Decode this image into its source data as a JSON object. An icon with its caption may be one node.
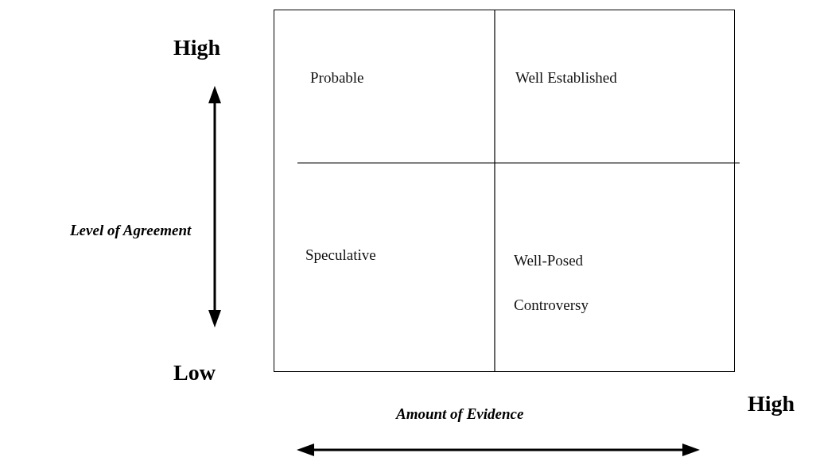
{
  "diagram": {
    "nodes": [
      {
        "text": [
          "Probable"
        ]
      },
      {
        "text": [
          "Well Established"
        ]
      },
      {
        "text": [
          "Speculative"
        ]
      },
      {
        "text": [
          "Well-Posed Controversy"
        ]
      }
    ],
    "labels": [
      "High",
      "Level of Agreement",
      "Low",
      "High",
      "Amount of Evidence"
    ]
  }
}
